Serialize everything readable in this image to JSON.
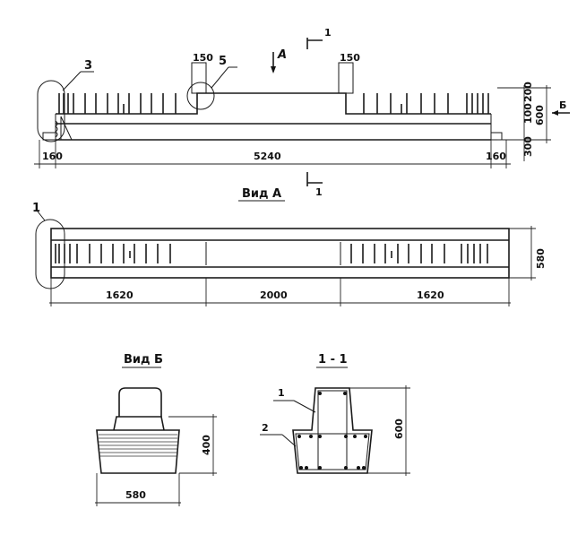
{
  "elevation": {
    "section_mark": "1",
    "dim_top_left": "150",
    "dim_top_right": "150",
    "callout_5": "5",
    "callout_3": "3",
    "view_a_arrow": "A",
    "view_b_arrow": "Б",
    "dim_left_end": "160",
    "dim_length": "5240",
    "dim_right_end": "160",
    "dim_200": "200",
    "dim_100": "100",
    "dim_300": "300",
    "dim_height": "600",
    "section_mark_bottom": "1"
  },
  "plan": {
    "title": "Вид А",
    "callout_1": "1",
    "dim_left": "1620",
    "dim_middle": "2000",
    "dim_right": "1620",
    "dim_width": "580"
  },
  "view_b": {
    "title": "Вид Б",
    "dim_height": "400",
    "dim_width": "580"
  },
  "section_1_1": {
    "title": "1 - 1",
    "callout_1": "1",
    "callout_2": "2",
    "dim_height": "600"
  }
}
